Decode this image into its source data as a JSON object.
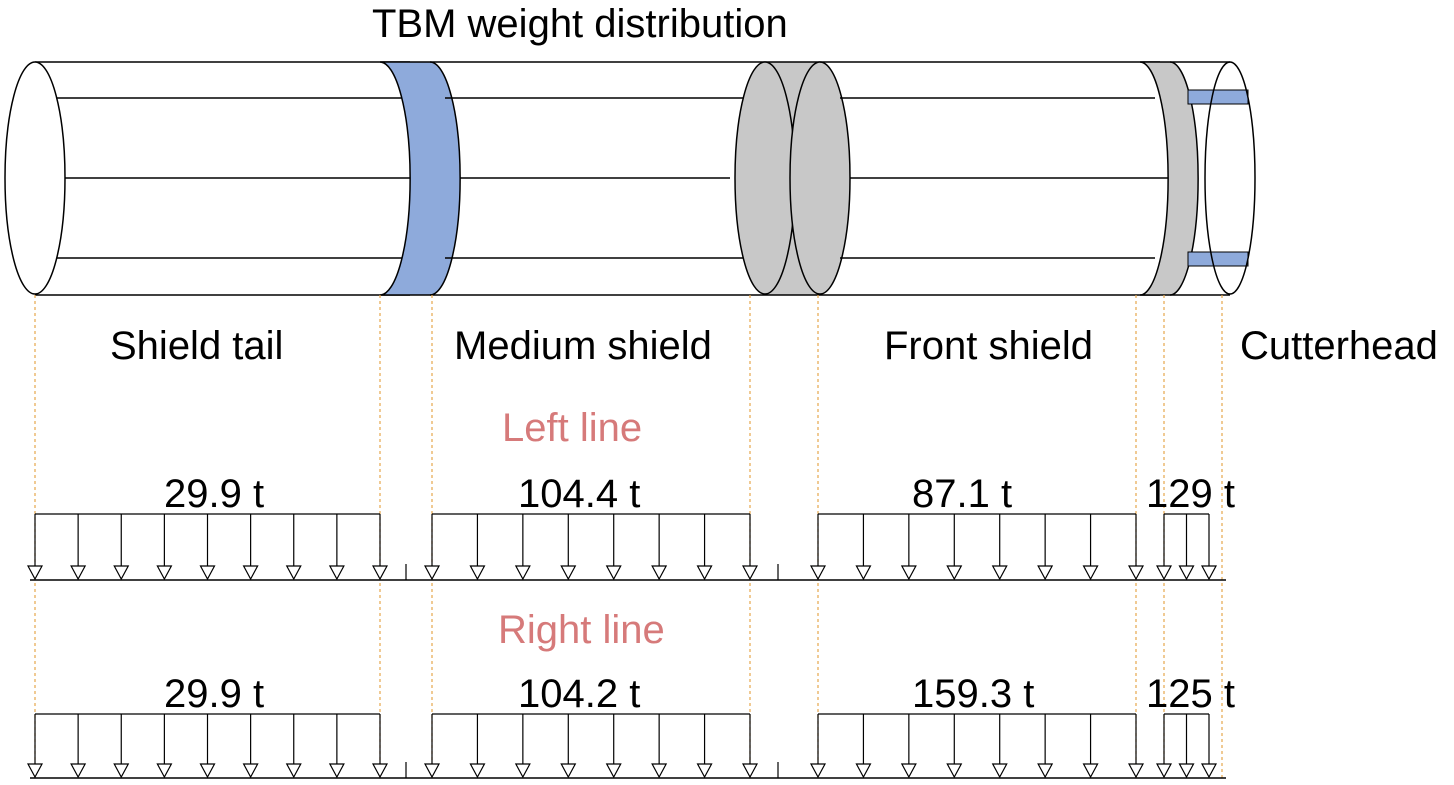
{
  "title": "TBM weight distribution",
  "segments": [
    {
      "key": "shield_tail",
      "label": "Shield tail"
    },
    {
      "key": "medium_shield",
      "label": "Medium shield"
    },
    {
      "key": "front_shield",
      "label": "Front shield"
    },
    {
      "key": "cutterhead",
      "label": "Cutterhead"
    }
  ],
  "lines": [
    {
      "label": "Left line",
      "loads": [
        "29.9 t",
        "104.4 t",
        "87.1 t",
        "129 t"
      ]
    },
    {
      "label": "Right line",
      "loads": [
        "29.9 t",
        "104.2 t",
        "159.3 t",
        "125 t"
      ]
    }
  ],
  "colors": {
    "joint_blue": "#8EAADB",
    "joint_gray": "#C8C8C8",
    "guide_orange": "#E6A64C",
    "line_label": "#D67A7A",
    "outline": "#000000"
  }
}
